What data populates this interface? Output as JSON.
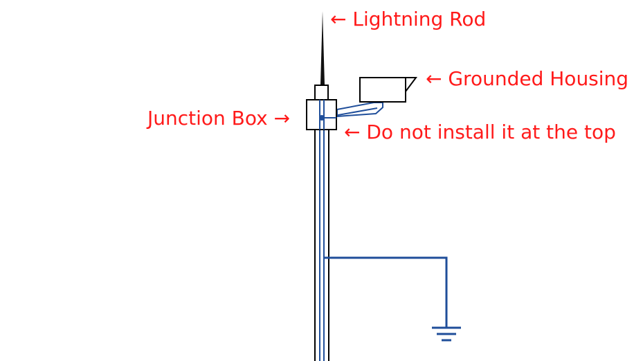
{
  "labels": {
    "lightning_rod": "← Lightning Rod",
    "grounded_housing": "← Grounded Housing",
    "junction_box": "Junction Box →",
    "do_not_install": "← Do not install it at the top"
  },
  "colors": {
    "label": "#ff1a1a",
    "wire": "#1f4e9a",
    "outline": "#000000"
  },
  "icons": [
    "lightning-rod-icon",
    "camera-housing-icon",
    "junction-box-icon",
    "ground-symbol-icon"
  ]
}
